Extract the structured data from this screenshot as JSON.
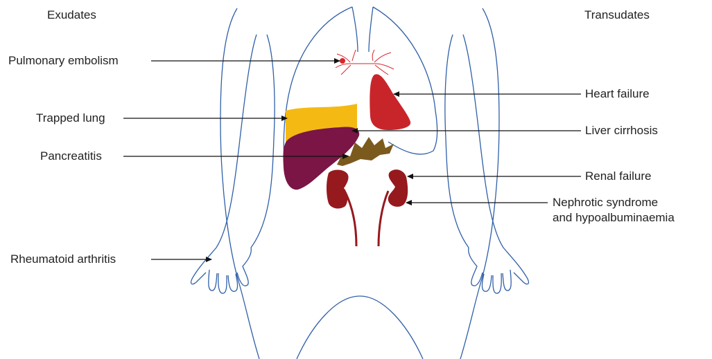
{
  "headings": {
    "left": "Exudates",
    "right": "Transudates"
  },
  "exudates": [
    "Pulmonary embolism",
    "Trapped lung",
    "Pancreatitis",
    "Rheumatoid arthritis"
  ],
  "transudates": [
    "Heart failure",
    "Liver cirrhosis",
    "Renal failure",
    "Nephrotic syndrome",
    "and hypoalbuminaemia"
  ],
  "colors": {
    "outline": "#2f5fa8",
    "heart": "#c8252b",
    "liver": "#7a1545",
    "pleural_effusion": "#f5b914",
    "pancreas": "#7b5a1e",
    "kidney": "#96191e",
    "embolus": "#d9252b",
    "arrow": "#111111"
  }
}
